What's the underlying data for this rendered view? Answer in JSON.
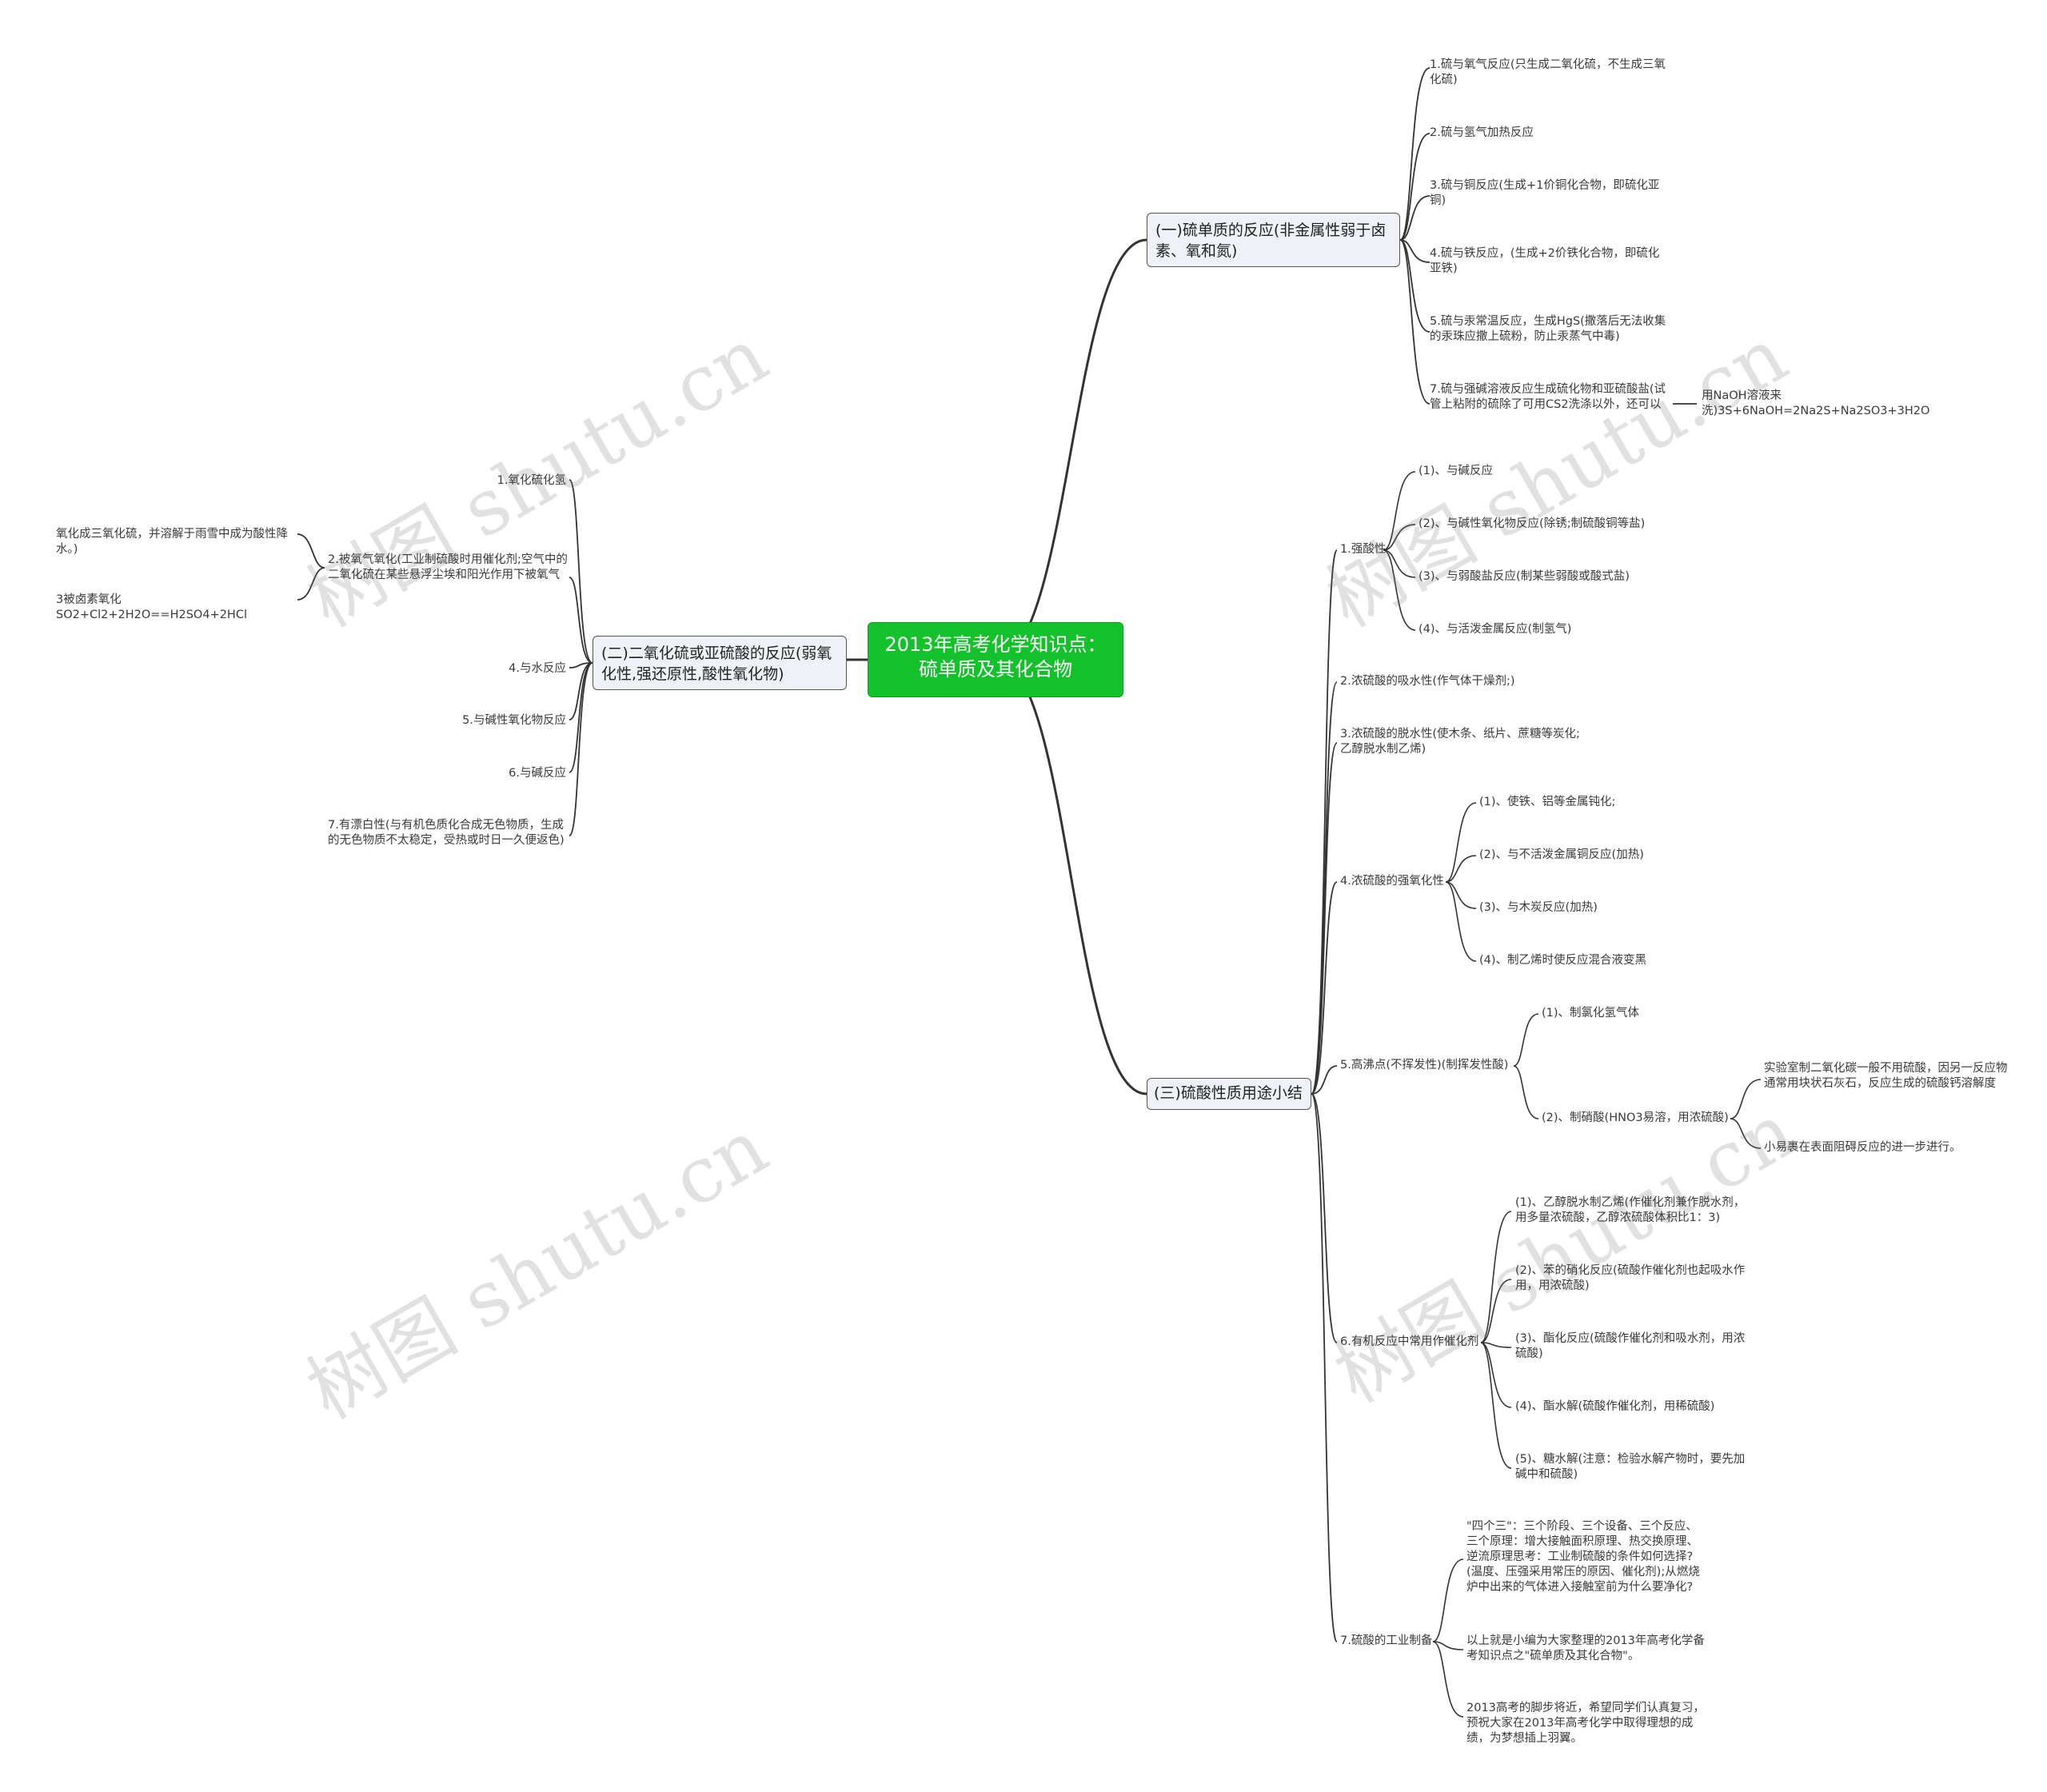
{
  "root": "2013年高考化学知识点：硫单质及其化合物",
  "watermark": "树图 shutu.cn",
  "branch1": {
    "title": "(一)硫单质的反应(非金属性弱于卤素、氧和氮)",
    "items": [
      "1.硫与氧气反应(只生成二氧化硫，不生成三氧化硫)",
      "2.硫与氢气加热反应",
      "3.硫与铜反应(生成+1价铜化合物，即硫化亚铜)",
      "4.硫与铁反应，(生成+2价铁化合物，即硫化亚铁)",
      "5.硫与汞常温反应，生成HgS(撒落后无法收集的汞珠应撒上硫粉，防止汞蒸气中毒)",
      "7.硫与强碱溶液反应生成硫化物和亚硫酸盐(试管上粘附的硫除了可用CS2洗涤以外，还可以"
    ],
    "sub6": "用NaOH溶液来洗)3S+6NaOH=2Na2S+Na2SO3+3H2O"
  },
  "branch2": {
    "title": "(二)二氧化硫或亚硫酸的反应(弱氧化性,强还原性,酸性氧化物)",
    "items": [
      "1.氧化硫化氢",
      "2.被氧气氧化(工业制硫酸时用催化剂;空气中的二氧化硫在某些悬浮尘埃和阳光作用下被氧气",
      "4.与水反应",
      "5.与碱性氧化物反应",
      "6.与碱反应",
      "7.有漂白性(与有机色质化合成无色物质，生成的无色物质不太稳定，受热或时日一久便返色)"
    ],
    "sub2": [
      "氧化成三氧化硫，并溶解于雨雪中成为酸性降水。)",
      "3被卤素氧化SO2+Cl2+2H2O==H2SO4+2HCl"
    ]
  },
  "branch3": {
    "title": "(三)硫酸性质用途小结",
    "g1": {
      "label": "1.强酸性",
      "items": [
        "(1)、与碱反应",
        "(2)、与碱性氧化物反应(除锈;制硫酸铜等盐)",
        "(3)、与弱酸盐反应(制某些弱酸或酸式盐)",
        "(4)、与活泼金属反应(制氢气)"
      ]
    },
    "g2": "2.浓硫酸的吸水性(作气体干燥剂;)",
    "g3": "3.浓硫酸的脱水性(使木条、纸片、蔗糖等炭化;乙醇脱水制乙烯)",
    "g4": {
      "label": "4.浓硫酸的强氧化性",
      "items": [
        "(1)、使铁、铝等金属钝化;",
        "(2)、与不活泼金属铜反应(加热)",
        "(3)、与木炭反应(加热)",
        "(4)、制乙烯时使反应混合液变黑"
      ]
    },
    "g5": {
      "label": "5.高沸点(不挥发性)(制挥发性酸)",
      "items": [
        "(1)、制氯化氢气体",
        "(2)、制硝酸(HNO3易溶，用浓硫酸)"
      ],
      "sub": [
        "实验室制二氧化碳一般不用硫酸，因另一反应物通常用块状石灰石，反应生成的硫酸钙溶解度",
        "小易裹在表面阻碍反应的进一步进行。"
      ]
    },
    "g6": {
      "label": "6.有机反应中常用作催化剂",
      "items": [
        "(1)、乙醇脱水制乙烯(作催化剂兼作脱水剂，用多量浓硫酸，乙醇浓硫酸体积比1：3)",
        "(2)、苯的硝化反应(硫酸作催化剂也起吸水作用，用浓硫酸)",
        "(3)、酯化反应(硫酸作催化剂和吸水剂，用浓硫酸)",
        "(4)、酯水解(硫酸作催化剂，用稀硫酸)",
        "(5)、糖水解(注意：检验水解产物时，要先加碱中和硫酸)"
      ]
    },
    "g7": {
      "label": "7.硫酸的工业制备",
      "items": [
        "\"四个三\"：三个阶段、三个设备、三个反应、三个原理：增大接触面积原理、热交换原理、逆流原理思考：工业制硫酸的条件如何选择?(温度、压强采用常压的原因、催化剂);从燃烧炉中出来的气体进入接触室前为什么要净化?",
        "以上就是小编为大家整理的2013年高考化学备考知识点之\"硫单质及其化合物\"。",
        "2013高考的脚步将近，希望同学们认真复习，预祝大家在2013年高考化学中取得理想的成绩，为梦想插上羽翼。"
      ]
    }
  }
}
